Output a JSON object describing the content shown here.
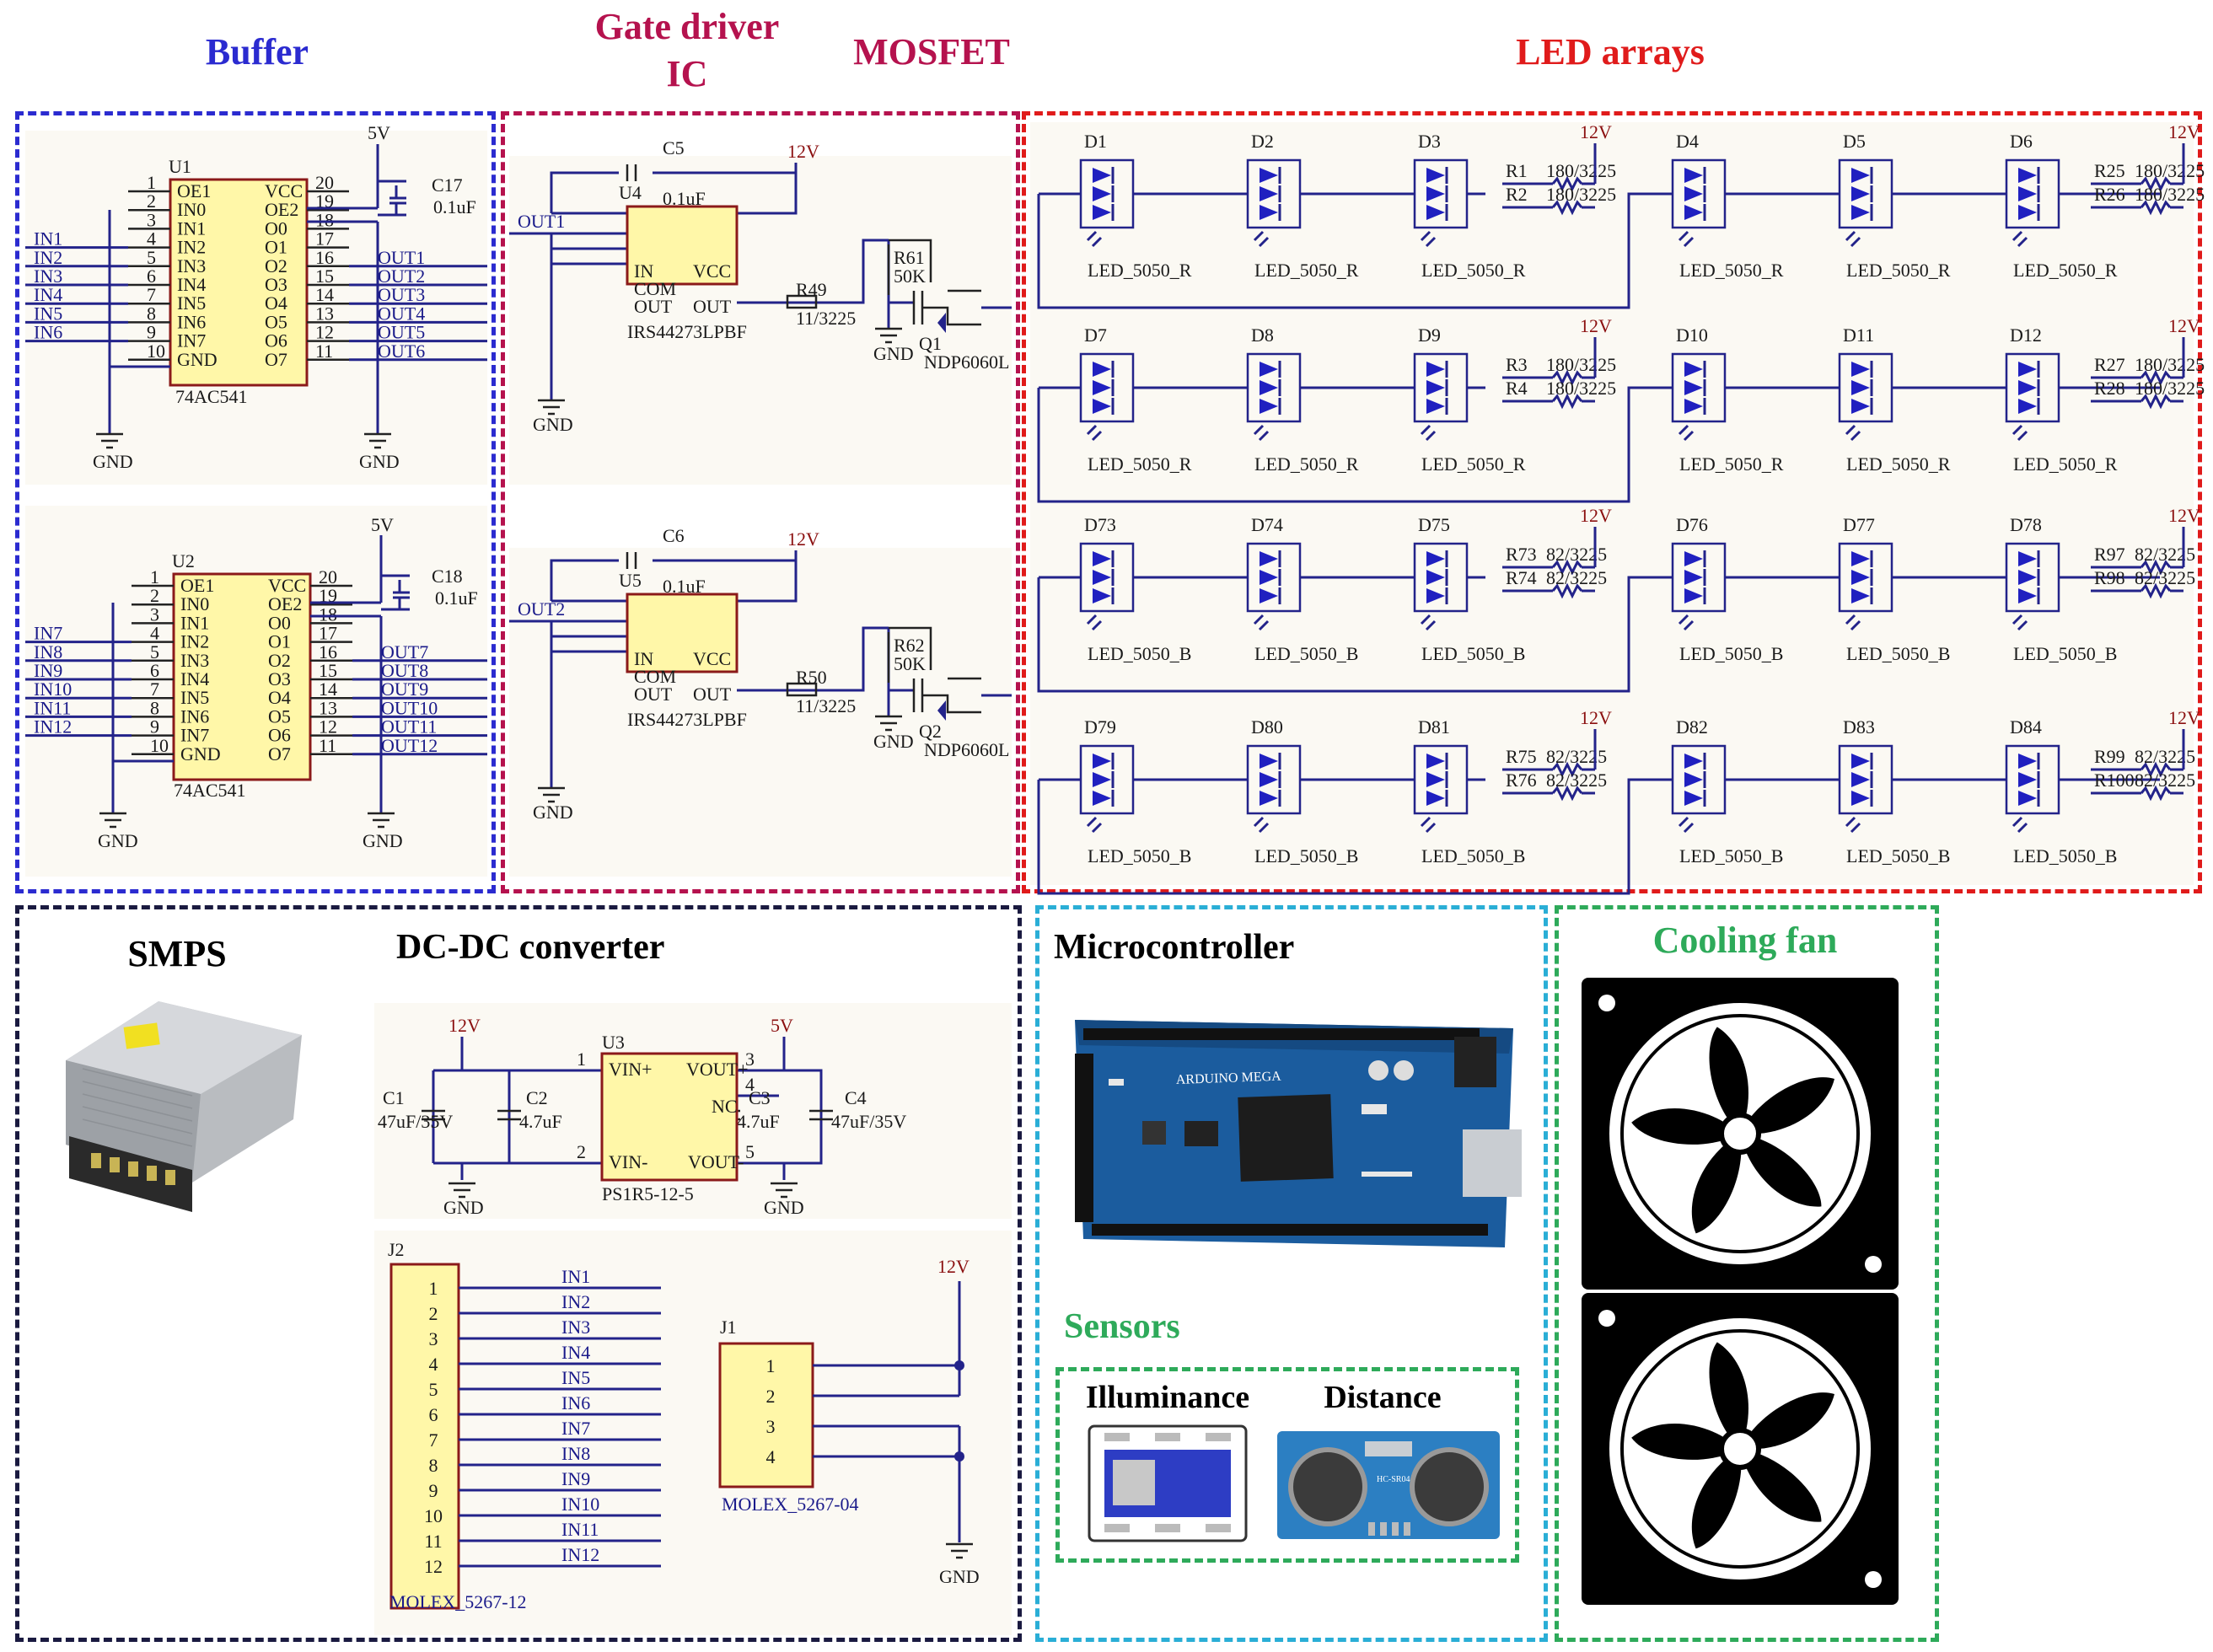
{
  "colors": {
    "buffer": "#2b2bd0",
    "gate": "#b5124e",
    "mosfet": "#b5124e",
    "led": "#e01b1b",
    "power": "#1a1a40",
    "micro": "#2aaed6",
    "cooling": "#2eaa5a",
    "sensors": "#2eaa5a",
    "wire": "#23238a"
  },
  "sections": {
    "buffer": "Buffer",
    "gate_driver": "Gate driver IC",
    "mosfet": "MOSFET",
    "led_arrays": "LED arrays",
    "smps": "SMPS",
    "dcdc": "DC-DC converter",
    "micro": "Microcontroller",
    "sensors": "Sensors",
    "illuminance": "Illuminance",
    "distance": "Distance",
    "cooling": "Cooling fan"
  },
  "buffer": {
    "u1": {
      "ref": "U1",
      "part": "74AC541",
      "vcc": "5V",
      "cap": "C17",
      "cap_val": "0.1uF",
      "gnd_left": "GND",
      "gnd_right": "GND",
      "inputs": [
        "IN1",
        "IN2",
        "IN3",
        "IN4",
        "IN5",
        "IN6"
      ],
      "outputs": [
        "OUT1",
        "OUT2",
        "OUT3",
        "OUT4",
        "OUT5",
        "OUT6"
      ]
    },
    "u2": {
      "ref": "U2",
      "part": "74AC541",
      "vcc": "5V",
      "cap": "C18",
      "cap_val": "0.1uF",
      "gnd_left": "GND",
      "gnd_right": "GND",
      "inputs": [
        "IN7",
        "IN8",
        "IN9",
        "IN10",
        "IN11",
        "IN12"
      ],
      "outputs": [
        "OUT7",
        "OUT8",
        "OUT9",
        "OUT10",
        "OUT11",
        "OUT12"
      ]
    },
    "left_pins": [
      "OE1",
      "IN0",
      "IN1",
      "IN2",
      "IN3",
      "IN4",
      "IN5",
      "IN6",
      "IN7",
      "GND"
    ],
    "left_nums": [
      "1",
      "2",
      "3",
      "4",
      "5",
      "6",
      "7",
      "8",
      "9",
      "10"
    ],
    "right_pins": [
      "VCC",
      "OE2",
      "O0",
      "O1",
      "O2",
      "O3",
      "O4",
      "O5",
      "O6",
      "O7"
    ],
    "right_nums": [
      "20",
      "19",
      "18",
      "17",
      "16",
      "15",
      "14",
      "13",
      "12",
      "11"
    ]
  },
  "driver": {
    "top": {
      "net": "OUT1",
      "ref": "U4",
      "part": "IRS44273LPBF",
      "cap": "C5",
      "cap_val": "0.1uF",
      "vcc": "12V",
      "res": "R49",
      "res_val": "11/3225",
      "rg": "R61",
      "rg_val": "50K",
      "q": "Q1",
      "q_part": "NDP6060L",
      "gnd1": "GND",
      "gnd2": "GND"
    },
    "bottom": {
      "net": "OUT2",
      "ref": "U5",
      "part": "IRS44273LPBF",
      "cap": "C6",
      "cap_val": "0.1uF",
      "vcc": "12V",
      "res": "R50",
      "res_val": "11/3225",
      "rg": "R62",
      "rg_val": "50K",
      "q": "Q2",
      "q_part": "NDP6060L",
      "gnd1": "GND",
      "gnd2": "GND"
    },
    "pins": {
      "in": "IN",
      "com": "COM",
      "out_l": "OUT",
      "vcc": "VCC",
      "out_r": "OUT"
    }
  },
  "leds": {
    "vcc": "12V",
    "rows": [
      {
        "diodes": [
          "D1",
          "D2",
          "D3",
          "D4",
          "D5",
          "D6"
        ],
        "part": "LED_5050_R",
        "r": [
          [
            "R1",
            "180/3225"
          ],
          [
            "R2",
            "180/3225"
          ],
          [
            "R25",
            "180/3225"
          ],
          [
            "R26",
            "180/3225"
          ]
        ]
      },
      {
        "diodes": [
          "D7",
          "D8",
          "D9",
          "D10",
          "D11",
          "D12"
        ],
        "part": "LED_5050_R",
        "r": [
          [
            "R3",
            "180/3225"
          ],
          [
            "R4",
            "180/3225"
          ],
          [
            "R27",
            "180/3225"
          ],
          [
            "R28",
            "180/3225"
          ]
        ]
      },
      {
        "diodes": [
          "D73",
          "D74",
          "D75",
          "D76",
          "D77",
          "D78"
        ],
        "part": "LED_5050_B",
        "r": [
          [
            "R73",
            "82/3225"
          ],
          [
            "R74",
            "82/3225"
          ],
          [
            "R97",
            "82/3225"
          ],
          [
            "R98",
            "82/3225"
          ]
        ]
      },
      {
        "diodes": [
          "D79",
          "D80",
          "D81",
          "D82",
          "D83",
          "D84"
        ],
        "part": "LED_5050_B",
        "r": [
          [
            "R75",
            "82/3225"
          ],
          [
            "R76",
            "82/3225"
          ],
          [
            "R99",
            "82/3225"
          ],
          [
            "R100",
            "82/3225"
          ]
        ]
      }
    ]
  },
  "dcdc": {
    "vin": "12V",
    "vout": "5V",
    "u": "U3",
    "part": "PS1R5-12-5",
    "pins": [
      "VIN+",
      "VOUT+",
      "NC",
      "VIN-",
      "VOUT-"
    ],
    "pin_nums": [
      "1",
      "3",
      "4",
      "2",
      "5"
    ],
    "c1": "C1",
    "c1_val": "47uF/35V",
    "c2": "C2",
    "c2_val": "4.7uF",
    "c3": "C3",
    "c3_val": "4.7uF",
    "c4": "C4",
    "c4_val": "47uF/35V",
    "gnd1": "GND",
    "gnd2": "GND"
  },
  "connectors": {
    "j2": {
      "ref": "J2",
      "part": "MOLEX_5267-12",
      "pins": [
        "1",
        "2",
        "3",
        "4",
        "5",
        "6",
        "7",
        "8",
        "9",
        "10",
        "11",
        "12"
      ],
      "nets": [
        "IN1",
        "IN2",
        "IN3",
        "IN4",
        "IN5",
        "IN6",
        "IN7",
        "IN8",
        "IN9",
        "IN10",
        "IN11",
        "IN12"
      ]
    },
    "j1": {
      "ref": "J1",
      "part": "MOLEX_5267-04",
      "pins": [
        "1",
        "2",
        "3",
        "4"
      ],
      "vcc": "12V",
      "gnd": "GND"
    }
  },
  "photos": {
    "arduino_text": "ARDUINO MEGA",
    "sensor_text": "HC-SR04"
  }
}
